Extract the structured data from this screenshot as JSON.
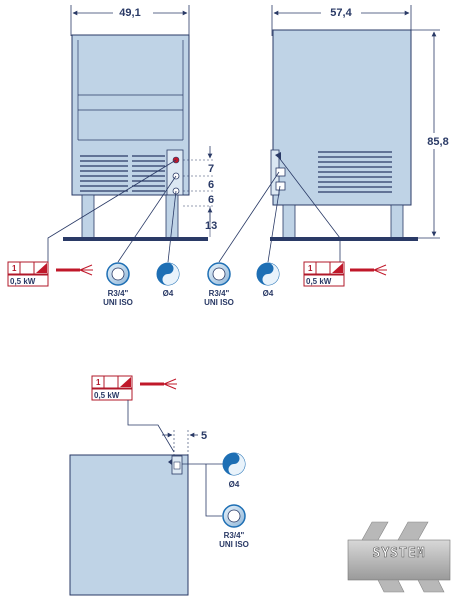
{
  "dimensions": {
    "front_width": "49,1",
    "side_depth": "57,4",
    "height": "85,8",
    "spacing_1": "7",
    "spacing_2": "6",
    "spacing_3": "6",
    "foot_height": "13",
    "top_offset": "5"
  },
  "electrical": {
    "phase": "1",
    "power": "0,5 kW"
  },
  "connections": {
    "water_inlet": [
      "R3/4\"",
      "UNI ISO"
    ],
    "drain": "Ø4"
  },
  "logo": "SYSTEM",
  "colors": {
    "unit_fill": "#bfd3e6",
    "outline": "#2a3a66",
    "cable_red": "#c0182a",
    "accent": "#1e6fb4",
    "logo_gray": "#8a8a8a"
  }
}
